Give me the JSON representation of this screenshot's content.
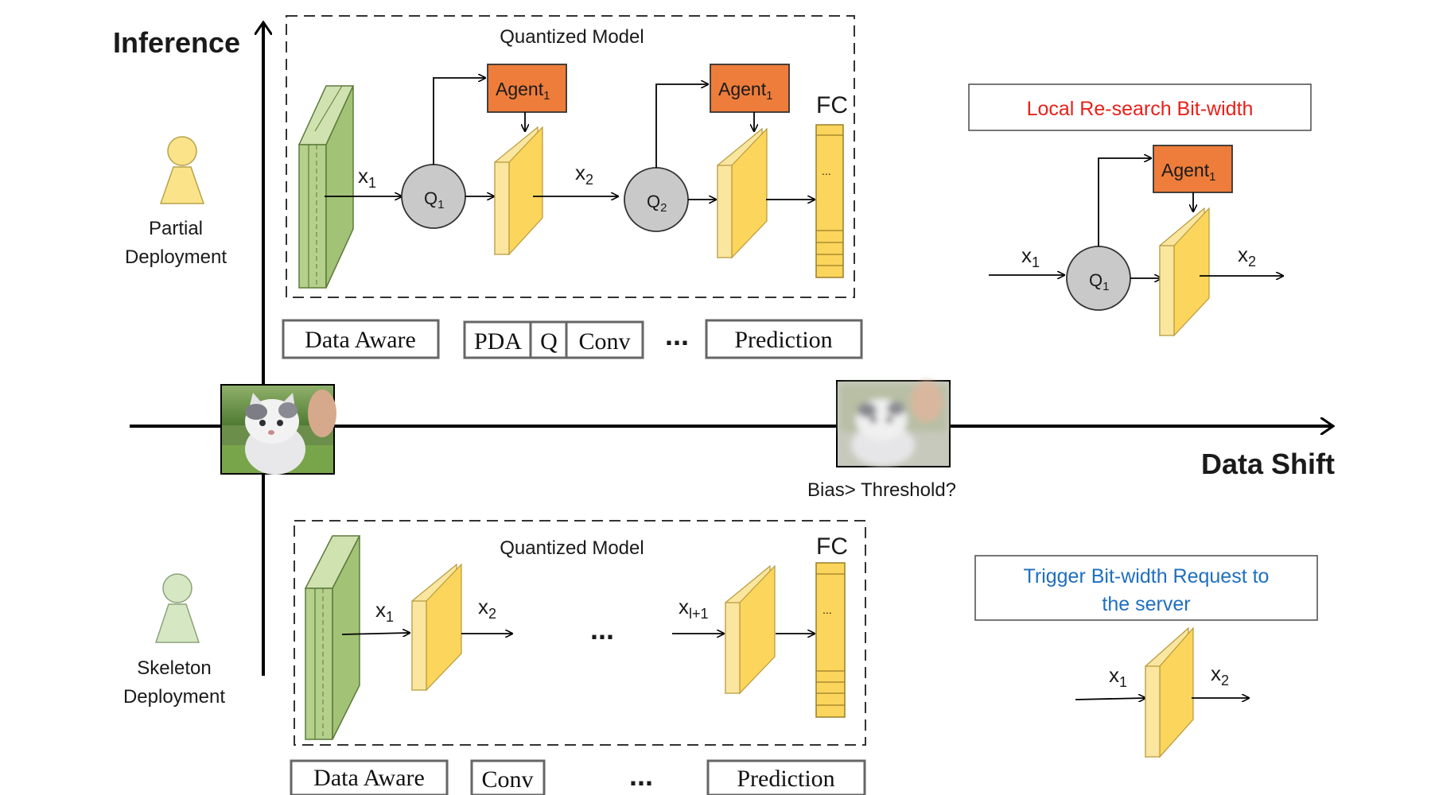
{
  "axes": {
    "y_label": "Inference",
    "x_label": "Data Shift",
    "threshold_label": "Bias> Threshold?"
  },
  "personas": [
    {
      "label_line1": "Partial",
      "label_line2": "Deployment",
      "color": "#fbe38a",
      "stroke": "#b8a24a"
    },
    {
      "label_line1": "Skeleton",
      "label_line2": "Deployment",
      "color": "#d6e8c3",
      "stroke": "#8aa37a"
    }
  ],
  "top_model": {
    "title": "Quantized Model",
    "fc_label": "FC",
    "agents": [
      "Agent",
      "Agent"
    ],
    "agent_subscripts": [
      "1",
      "1"
    ],
    "quantizers": [
      "Q",
      "Q"
    ],
    "quantizer_subscripts": [
      "1",
      "2"
    ],
    "signals": [
      {
        "name": "x",
        "sub": "1"
      },
      {
        "name": "x",
        "sub": "2"
      }
    ],
    "ellipsis": "...",
    "pipeline": [
      "Data Aware",
      "PDA",
      "Q",
      "Conv",
      "...",
      "Prediction"
    ]
  },
  "bottom_model": {
    "title": "Quantized Model",
    "fc_label": "FC",
    "ellipsis": "...",
    "signals": [
      {
        "name": "x",
        "sub": "1"
      },
      {
        "name": "x",
        "sub": "2"
      },
      {
        "name": "x",
        "sub": "l+1"
      }
    ],
    "pipeline": [
      "Data Aware",
      "Conv",
      "...",
      "Prediction"
    ]
  },
  "right_top": {
    "title": "Local Re-search Bit-width",
    "title_color": "#e8201a",
    "agent": "Agent",
    "agent_sub": "1",
    "quantizer": "Q",
    "quantizer_sub": "1",
    "in_signal": {
      "name": "x",
      "sub": "1"
    },
    "out_signal": {
      "name": "x",
      "sub": "2"
    }
  },
  "right_bottom": {
    "title_line1": "Trigger Bit-width Request to",
    "title_line2": "the server",
    "title_color": "#1f6fbf",
    "in_signal": {
      "name": "x",
      "sub": "1"
    },
    "out_signal": {
      "name": "x",
      "sub": "2"
    }
  },
  "colors": {
    "agent_fill": "#ee7d3b",
    "conv_front": "#fcd55c",
    "conv_side": "#fbe6a0",
    "data_green": "#b4d08a",
    "quant_fill": "#c9c9c9"
  }
}
